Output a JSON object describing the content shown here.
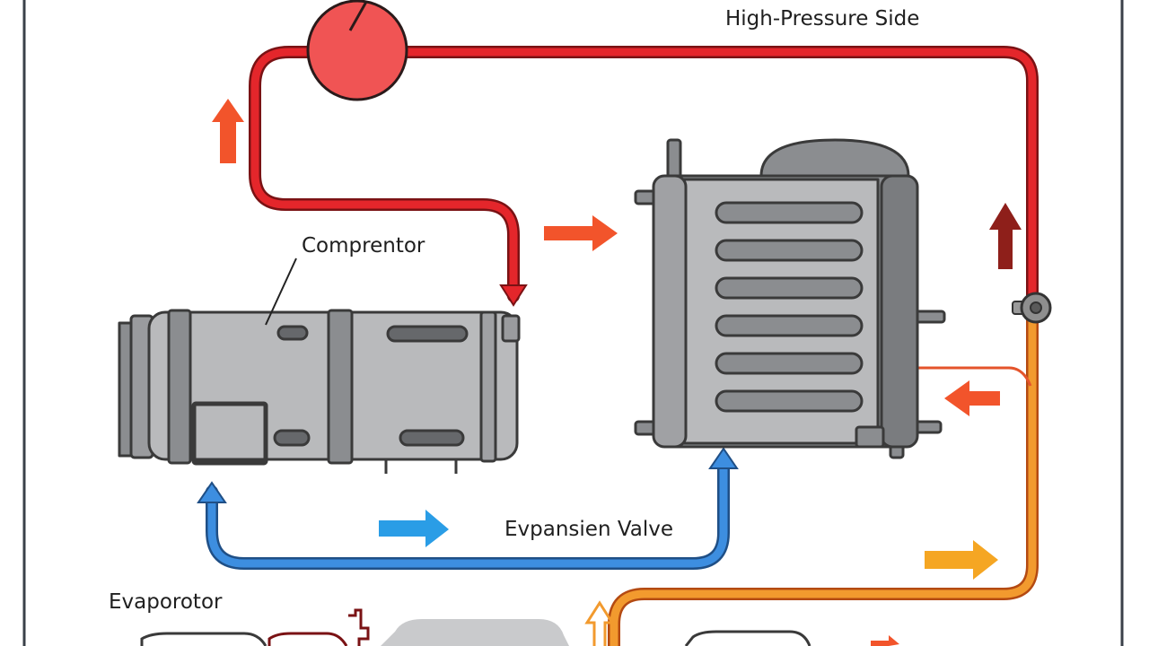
{
  "labels": {
    "high_pressure": "High-Pressure Side",
    "compressor": "Comprentor",
    "expansion_valve": "Evpansien Valve",
    "evaporator": "Evaporotor"
  },
  "colors": {
    "frame": "#3a4049",
    "hot_line": "#e4262b",
    "hot_outline": "#7a1214",
    "warm_line": "#f29a2e",
    "cool_line": "#3d8ee0",
    "cool_outline": "#1f4f86",
    "gauge_fill": "#f05454",
    "unit_body": "#8b8d90",
    "unit_light": "#b9babc",
    "unit_dark": "#66686b",
    "arrow_orange": "#f2542b",
    "arrow_dark_red": "#8e1f1a",
    "arrow_yellow": "#f5a623",
    "arrow_blue": "#2a9de6"
  },
  "icons": [
    "gauge-icon",
    "flow-arrow-icon",
    "valve-icon",
    "compressor-unit",
    "condenser-unit"
  ]
}
